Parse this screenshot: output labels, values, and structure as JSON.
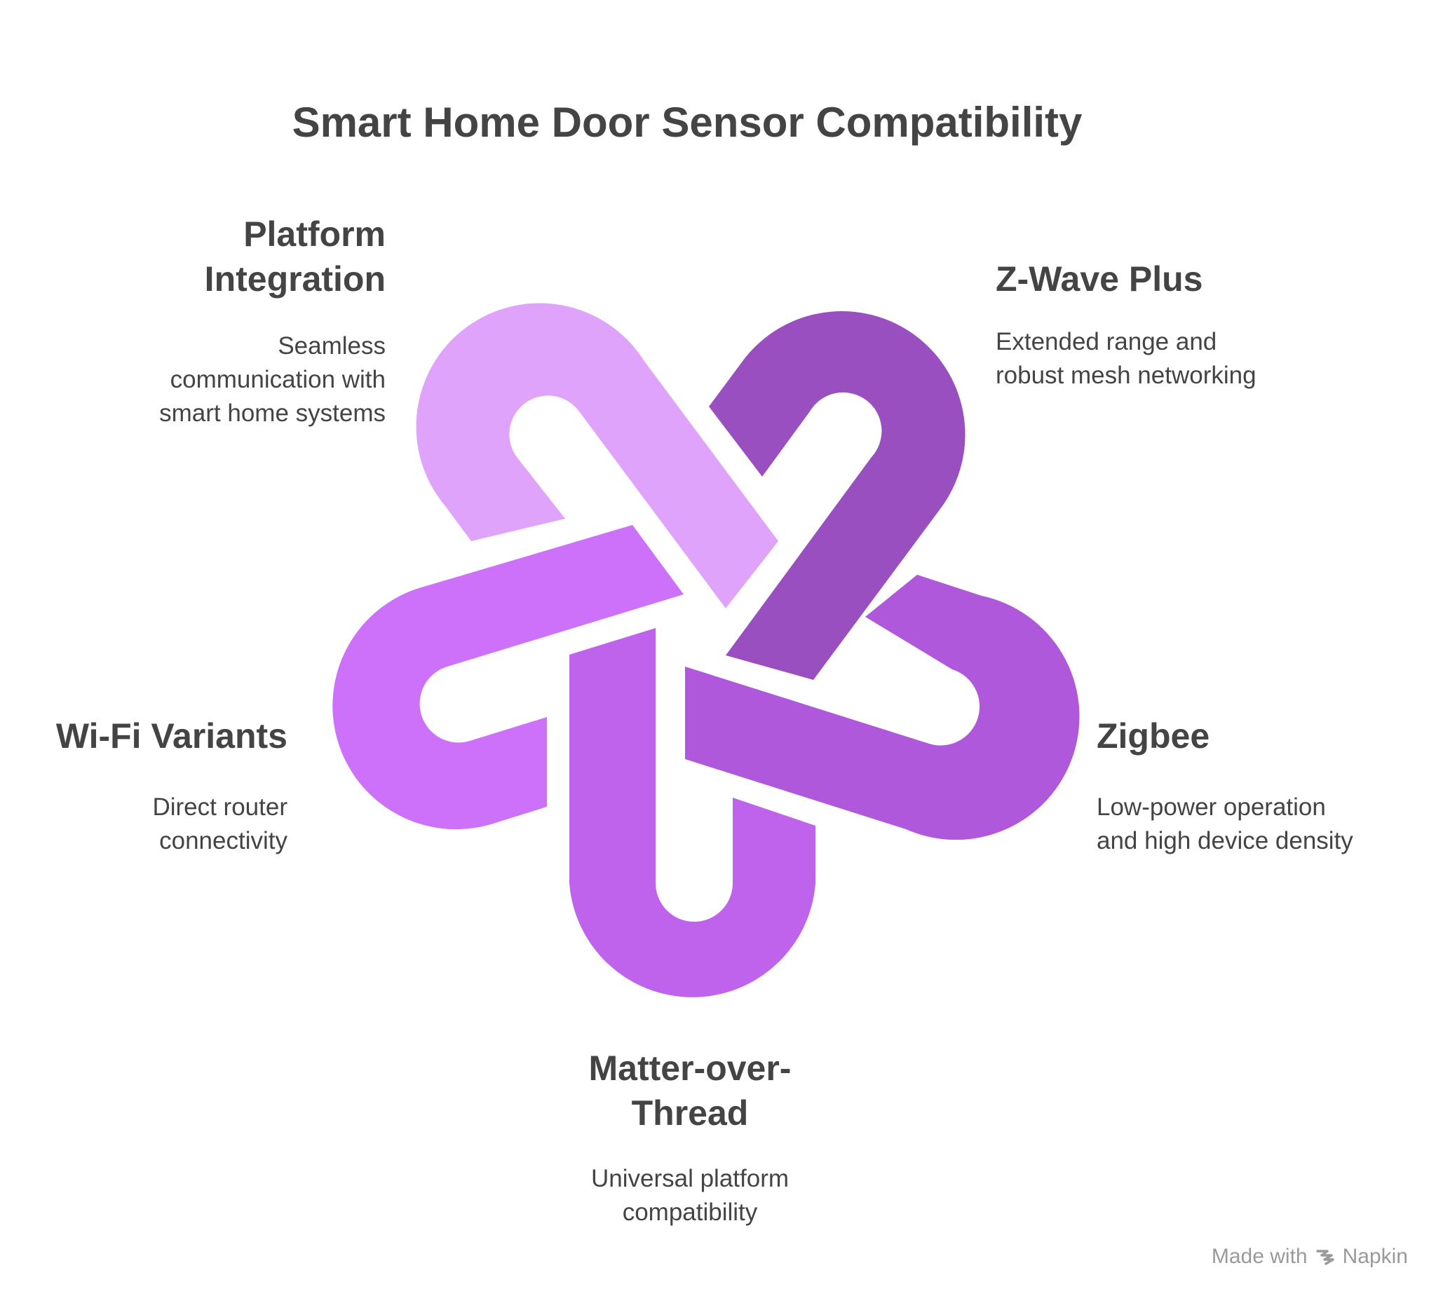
{
  "title": "Smart Home Door Sensor Compatibility",
  "items": [
    {
      "heading_lines": [
        "Platform",
        "Integration"
      ],
      "description_lines": [
        "Seamless",
        "communication with",
        "smart home systems"
      ],
      "color": "#dfa3fb"
    },
    {
      "heading_lines": [
        "Z-Wave Plus"
      ],
      "description_lines": [
        "Extended range and",
        "robust mesh networking"
      ],
      "color": "#9a4fc1"
    },
    {
      "heading_lines": [
        "Wi-Fi Variants"
      ],
      "description_lines": [
        "Direct router",
        "connectivity"
      ],
      "color": "#cd71fb"
    },
    {
      "heading_lines": [
        "Zigbee"
      ],
      "description_lines": [
        "Low-power operation",
        "and high device density"
      ],
      "color": "#b058dc"
    },
    {
      "heading_lines": [
        "Matter-over-",
        "Thread"
      ],
      "description_lines": [
        "Universal platform",
        "compatibility"
      ],
      "color": "#c063ec"
    }
  ],
  "footer": {
    "made_with": "Made with",
    "brand": "Napkin",
    "icon": "napkin-logo-icon"
  }
}
